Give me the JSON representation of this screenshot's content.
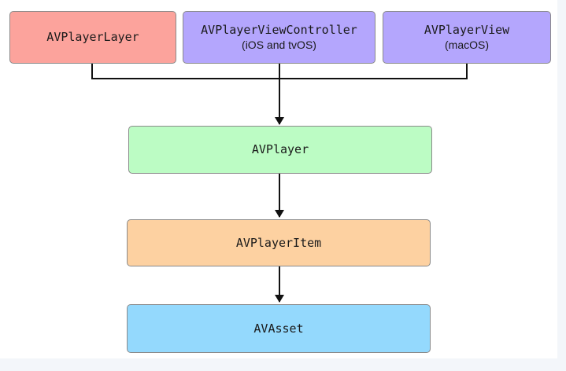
{
  "diagram": {
    "nodes": {
      "player_layer": {
        "title": "AVPlayerLayer",
        "subtitle": "",
        "color": "#fca39c"
      },
      "player_view_controller": {
        "title": "AVPlayerViewController",
        "subtitle": "(iOS and tvOS)",
        "color": "#b4a6fd"
      },
      "player_view": {
        "title": "AVPlayerView",
        "subtitle": "(macOS)",
        "color": "#b4a6fd"
      },
      "player": {
        "title": "AVPlayer",
        "subtitle": "",
        "color": "#bcfcc4"
      },
      "player_item": {
        "title": "AVPlayerItem",
        "subtitle": "",
        "color": "#fdd1a1"
      },
      "asset": {
        "title": "AVAsset",
        "subtitle": "",
        "color": "#94d9fd"
      }
    },
    "edges": [
      {
        "from": "player_layer",
        "to": "player"
      },
      {
        "from": "player_view_controller",
        "to": "player"
      },
      {
        "from": "player_view",
        "to": "player"
      },
      {
        "from": "player",
        "to": "player_item"
      },
      {
        "from": "player_item",
        "to": "asset"
      }
    ]
  }
}
